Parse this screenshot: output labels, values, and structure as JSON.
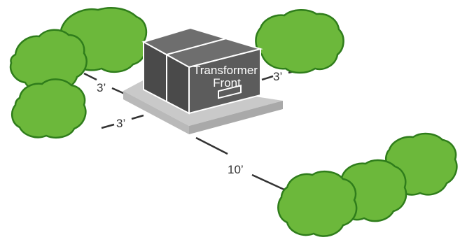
{
  "transformer": {
    "label_line1": "Transformer",
    "label_line2": "Front"
  },
  "clearances": {
    "left_upper": "3’",
    "left_lower": "3’",
    "right": "3’",
    "front": "10’"
  },
  "colors": {
    "shrub_fill": "#6cb83b",
    "shrub_outline": "#2f7d1b",
    "box_dark": "#4a4a4a",
    "box_mid": "#5c5c5c",
    "box_light": "#6e6e6e",
    "pad_top": "#c9c9c9",
    "pad_side": "#a9a9a9",
    "dimension_line": "#333333"
  }
}
